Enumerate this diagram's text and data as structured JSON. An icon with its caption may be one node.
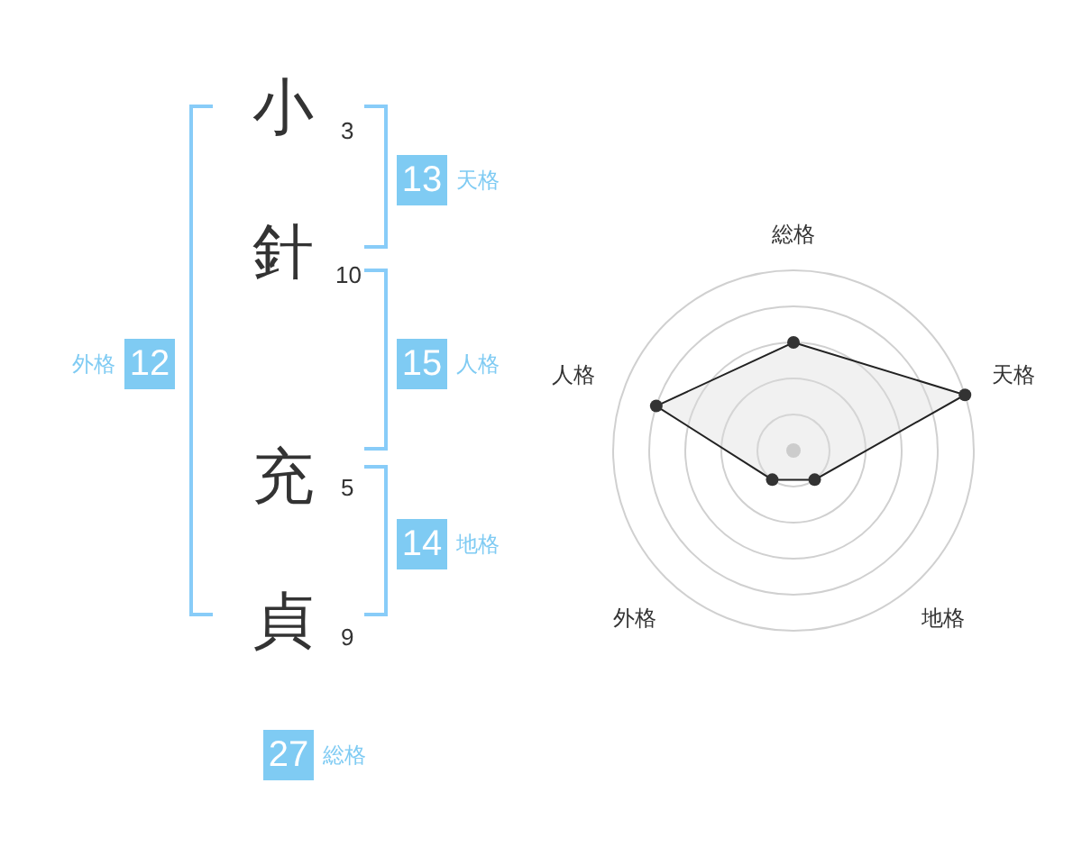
{
  "diagram": {
    "nodes": [
      {
        "text": [
          "13"
        ],
        "beside": [
          "天格"
        ]
      },
      {
        "text": [
          "12"
        ],
        "beside": [
          "外格"
        ]
      },
      {
        "text": [
          "15"
        ],
        "beside": [
          "人格"
        ]
      },
      {
        "text": [
          "14"
        ],
        "beside": [
          "地格"
        ]
      },
      {
        "text": [
          "27"
        ],
        "beside": [
          "総格"
        ]
      }
    ],
    "labels": [
      "小",
      "3",
      "針",
      "10",
      "充",
      "5",
      "貞",
      "9",
      "総格",
      "人格",
      "天格",
      "外格",
      "地格"
    ]
  }
}
